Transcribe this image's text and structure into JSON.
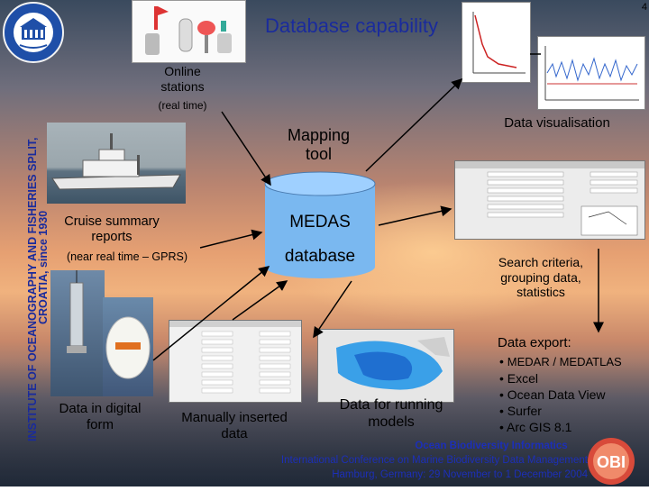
{
  "page_number": "4",
  "institute": {
    "line1": "INSTITUTE OF OCEANOGRAPHY AND FISHERIES SPLIT,",
    "line2": "CROATIA, since 1930"
  },
  "title": "Database capability",
  "online": {
    "label": "Online stations",
    "sub": "(real time)"
  },
  "mapping": {
    "label": "Mapping tool"
  },
  "medas": {
    "line1": "MEDAS",
    "line2": "database"
  },
  "visualisation": {
    "label": "Data visualisation"
  },
  "cruise": {
    "label": "Cruise summary reports",
    "sub": "(near real time – GPRS)"
  },
  "search": {
    "label": "Search criteria, grouping data, statistics"
  },
  "digital": {
    "label": "Data in digital form"
  },
  "manual": {
    "label": "Manually inserted data"
  },
  "models": {
    "label": "Data for running models"
  },
  "export": {
    "title": "Data export:",
    "items": [
      "MEDAR / MEDATLAS",
      "Excel",
      "Ocean Data View",
      "Surfer",
      "Arc GIS 8.1"
    ]
  },
  "conference": {
    "line1": "Ocean Biodiversity Informatics",
    "line2": "International Conference on Marine Biodiversity Data Management",
    "line3": "Hamburg, Germany: 29 November to 1 December 2004"
  },
  "logo": {
    "text": "OBI"
  },
  "colors": {
    "title_blue": "#1a2b9c",
    "conf_blue": "#1c2fb8",
    "cylinder": "#7ab8f0",
    "arrow": "#000000"
  }
}
